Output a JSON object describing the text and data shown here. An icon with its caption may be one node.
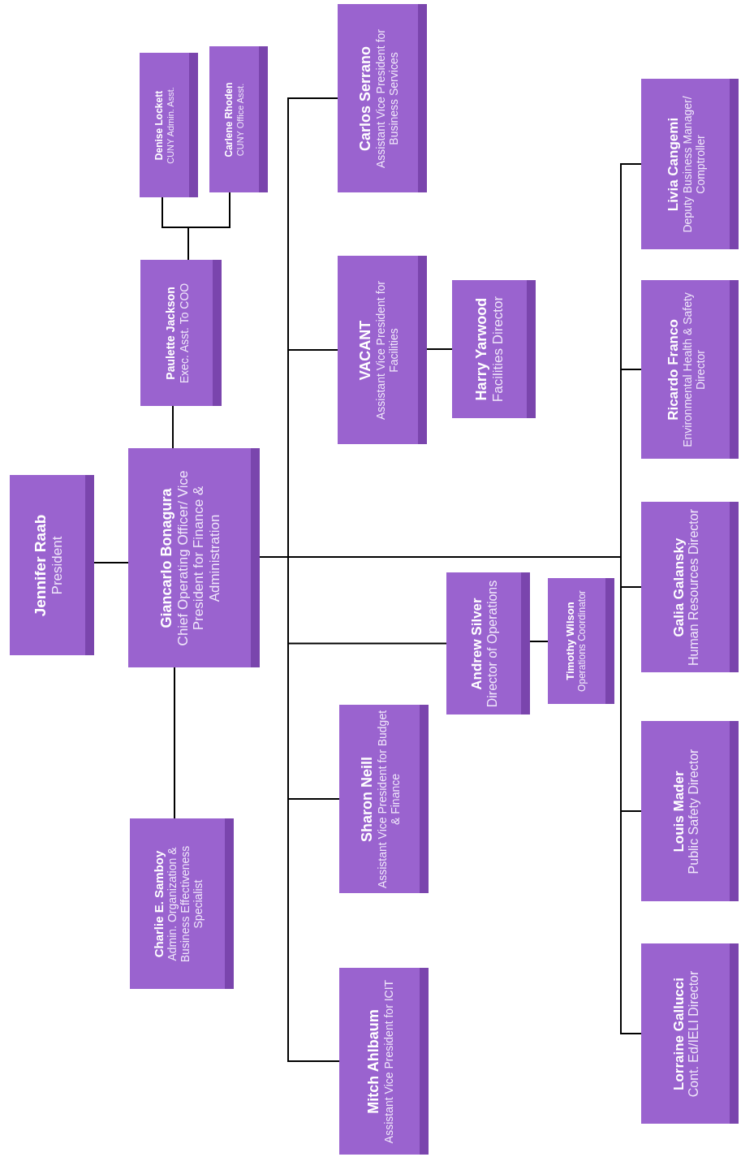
{
  "diagram": {
    "nodes": [
      {
        "text": [
          "Jennifer Raab",
          "President"
        ]
      },
      {
        "text": [
          "Giancarlo Bonagura",
          "Chief Operating Officer/ Vice President for Finance & Administration"
        ]
      },
      {
        "text": [
          "Paulette Jackson",
          "Exec. Asst. To COO"
        ]
      },
      {
        "text": [
          "Denise Lockett",
          "CUNY Admin. Asst."
        ]
      },
      {
        "text": [
          "Carlene Rhoden",
          "CUNY Office Asst."
        ]
      },
      {
        "text": [
          "Carlos Serrano",
          "Assistant Vice President for Business Services"
        ]
      },
      {
        "text": [
          "VACANT",
          "Assistant Vice President for Facilities"
        ]
      },
      {
        "text": [
          "Harry Yarwood",
          "Facilities Director"
        ]
      },
      {
        "text": [
          "Livia Cangemi",
          "Deputy Business Manager/ Comptroller"
        ]
      },
      {
        "text": [
          "Ricardo Franco",
          "Environmental Health & Safety Director"
        ]
      },
      {
        "text": [
          "Andrew Silver",
          "Director of Operations"
        ]
      },
      {
        "text": [
          "Timothy Wilson",
          "Operations Coordinator"
        ]
      },
      {
        "text": [
          "Galia Galansky",
          "Human Resources Director"
        ]
      },
      {
        "text": [
          "Louis Mader",
          "Public Safety Director"
        ]
      },
      {
        "text": [
          "Lorraine Gallucci",
          "Cont. Ed/IELI Director"
        ]
      },
      {
        "text": [
          "Sharon Neill",
          "Assistant Vice President for Budget & Finance"
        ]
      },
      {
        "text": [
          "Charlie E. Samboy",
          "Admin. Organization & Business Effectiveness Specialist"
        ]
      },
      {
        "text": [
          "Mitch Ahlbaum",
          "Assistant Vice President for ICIT"
        ]
      }
    ],
    "edges": [
      {
        "from": 0,
        "to": 1,
        "arrow": "none"
      },
      {
        "from": 1,
        "to": 2,
        "arrow": "none"
      },
      {
        "from": 2,
        "to": 3,
        "arrow": "none"
      },
      {
        "from": 2,
        "to": 4,
        "arrow": "none"
      },
      {
        "from": 1,
        "to": 5,
        "arrow": "none"
      },
      {
        "from": 1,
        "to": 6,
        "arrow": "none"
      },
      {
        "from": 6,
        "to": 7,
        "arrow": "none"
      },
      {
        "from": 1,
        "to": 8,
        "arrow": "none"
      },
      {
        "from": 1,
        "to": 9,
        "arrow": "none"
      },
      {
        "from": 1,
        "to": 10,
        "arrow": "none"
      },
      {
        "from": 10,
        "to": 11,
        "arrow": "none"
      },
      {
        "from": 1,
        "to": 12,
        "arrow": "none"
      },
      {
        "from": 1,
        "to": 13,
        "arrow": "none"
      },
      {
        "from": 1,
        "to": 14,
        "arrow": "none"
      },
      {
        "from": 1,
        "to": 15,
        "arrow": "none"
      },
      {
        "from": 1,
        "to": 16,
        "arrow": "none"
      },
      {
        "from": 1,
        "to": 17,
        "arrow": "none"
      }
    ]
  }
}
